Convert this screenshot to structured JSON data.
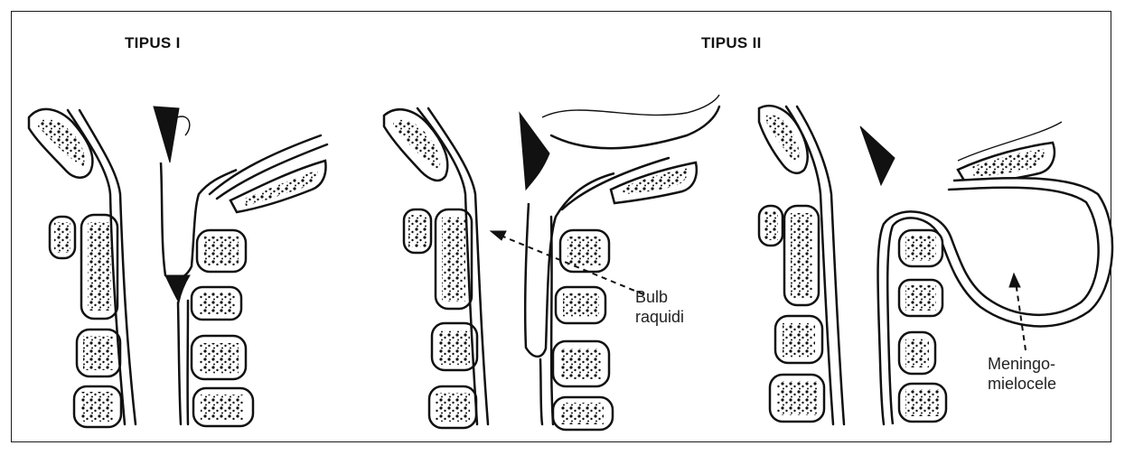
{
  "titles": {
    "type1": "TIPUS I",
    "type2": "TIPUS II"
  },
  "labels": {
    "bulb": [
      "Bulb",
      "raquidi"
    ],
    "meningo": [
      "Meningo-",
      "mielocele"
    ]
  }
}
